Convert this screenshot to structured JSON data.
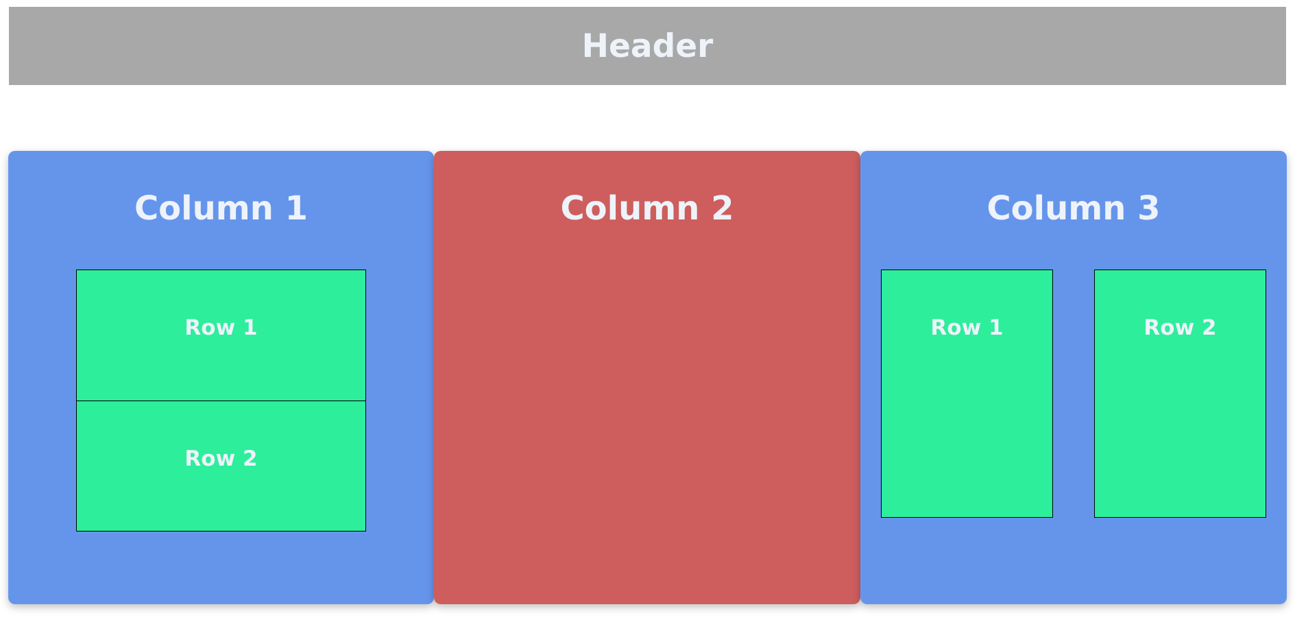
{
  "header": {
    "title": "Header"
  },
  "columns": [
    {
      "title": "Column 1",
      "rows": [
        "Row 1",
        "Row 2"
      ]
    },
    {
      "title": "Column 2",
      "rows": []
    },
    {
      "title": "Column 3",
      "rows": [
        "Row 1",
        "Row 2"
      ]
    }
  ],
  "colors": {
    "header_bg": "#a8a8a8",
    "column_blue": "#6595eb",
    "column_red": "#cd5e5d",
    "row_green": "#2cee9b",
    "text": "#eef3fa"
  }
}
